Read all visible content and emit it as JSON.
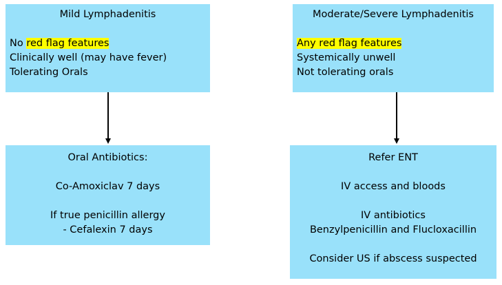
{
  "mild": {
    "title": "Mild Lymphadenitis",
    "line1_prefix": "No ",
    "line1_highlight": "red flag features",
    "line2": "Clinically well (may have fever)",
    "line3": "Tolerating Orals"
  },
  "severe": {
    "title": "Moderate/Severe Lymphadenitis",
    "line1_highlight": "Any red flag features",
    "line2": "Systemically unwell",
    "line3": "Not tolerating orals"
  },
  "oral": {
    "title": "Oral Antibiotics:",
    "line1": "Co-Amoxiclav 7 days",
    "line2": "If true penicillin allergy",
    "line3": "- Cefalexin 7 days"
  },
  "refer": {
    "title": "Refer ENT",
    "line1": "IV access and bloods",
    "line2": "IV antibiotics",
    "line3": "Benzylpenicillin and Flucloxacillin",
    "line4": "Consider US if abscess suspected"
  },
  "colors": {
    "box_fill": "#99e1fa",
    "highlight": "#ffff00",
    "arrow": "#000000"
  }
}
